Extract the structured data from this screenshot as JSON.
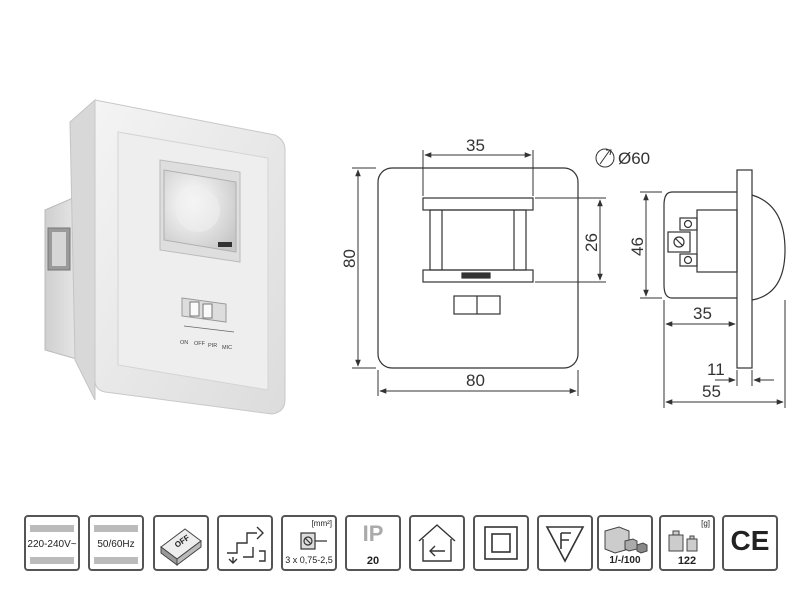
{
  "dimensions": {
    "front_width_top": "35",
    "front_height": "80",
    "front_width_bottom": "80",
    "lens_height": "26",
    "diameter": "Ø60",
    "side_height": "46",
    "side_depth_inner": "35",
    "side_depth_flange": "11",
    "side_depth_total": "55"
  },
  "switch_labels": {
    "on": "ON",
    "off": "OFF",
    "pir": "PIR",
    "mic": "MIC"
  },
  "icons": {
    "voltage": "220-240V~",
    "frequency": "50/60Hz",
    "switch_off": "OFF",
    "wire_unit": "[mm²]",
    "wire_spec": "3 x 0,75-2,5",
    "ip_prefix": "IP",
    "ip_value": "20",
    "pack_qty": "1/-/100",
    "weight_unit": "[g]",
    "weight_value": "122",
    "ce": "CE"
  }
}
